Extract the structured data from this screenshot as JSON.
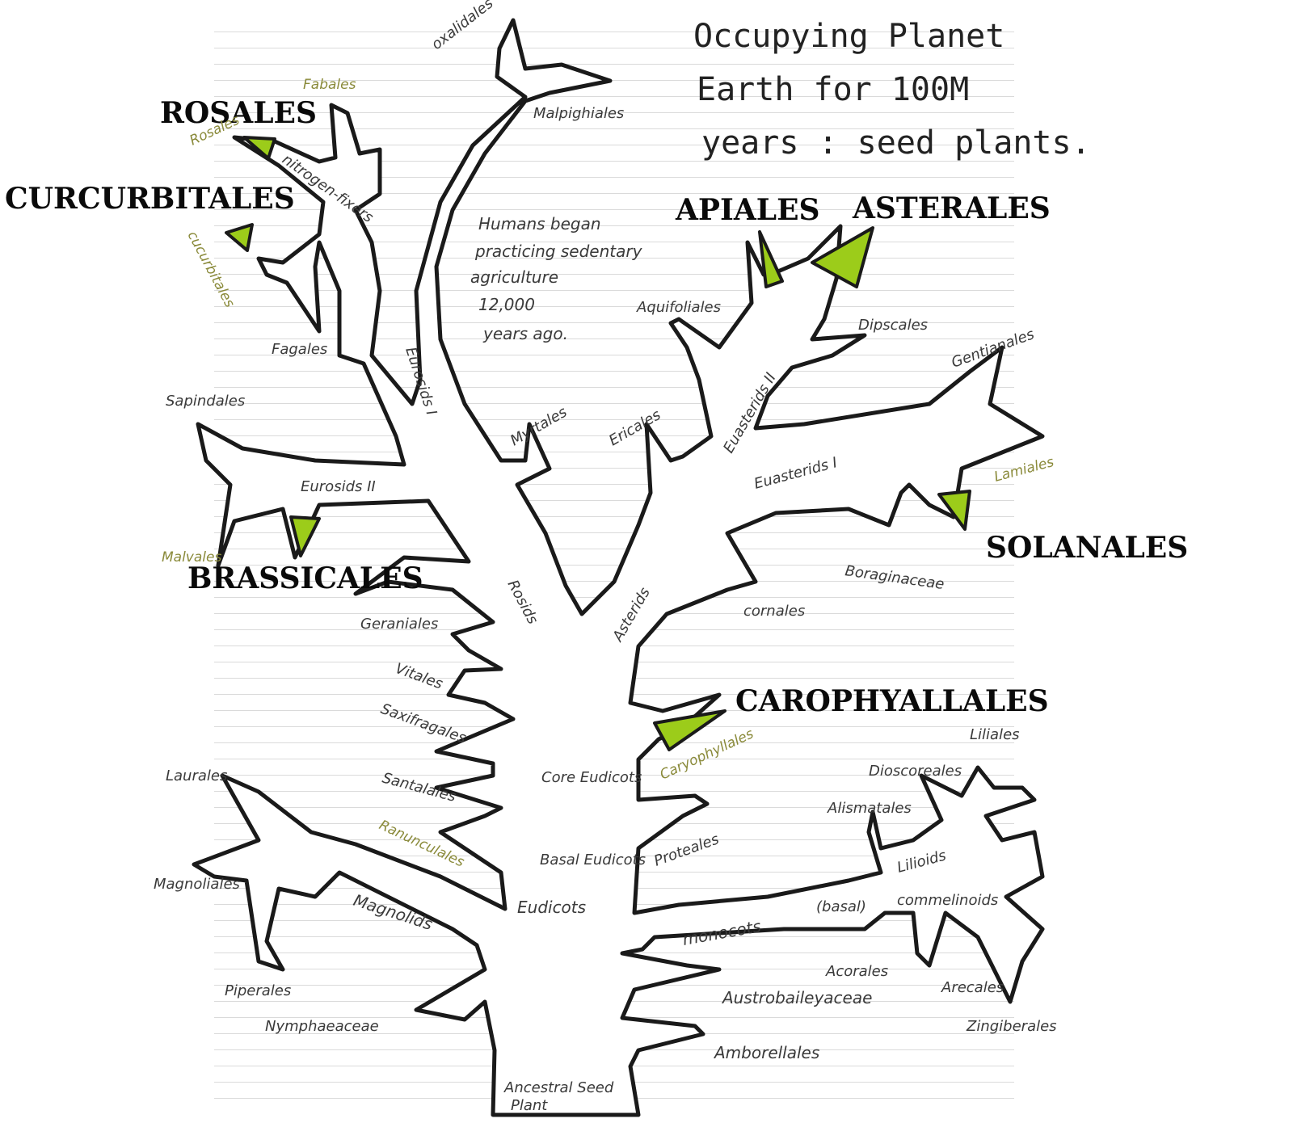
{
  "title_lines": [
    "Occupying Planet",
    "Earth for 100M",
    "years : seed plants."
  ],
  "note_lines": [
    "Humans began",
    "practicing sedentary",
    "agriculture",
    "12,000",
    "years ago."
  ],
  "orders": {
    "rosales": "ROSALES",
    "curcurbitales": "CURCURBITALES",
    "brassicales": "BRASSICALES",
    "apiales": "APIALES",
    "asterales": "ASTERALES",
    "solanales": "SOLANALES",
    "carophyallales": "CAROPHYALLALES"
  },
  "labels": {
    "oxalidales": "oxalidales",
    "fabales": "Fabales",
    "rosales_small": "Rosales",
    "nitrogen_fixers": "nitrogen-fixers",
    "cucurbitales_small": "cucurbitales",
    "fagales": "Fagales",
    "malpighiales": "Malpighiales",
    "eurosids_i": "Eurosids I",
    "sapindales": "Sapindales",
    "eurosids_ii": "Eurosids II",
    "malvales": "Malvales",
    "myrtales": "Myrtales",
    "geraniales": "Geraniales",
    "rosids": "Rosids",
    "aquifoliales": "Aquifoliales",
    "dipsacales": "Dipscales",
    "euasterids_ii": "Euasterids II",
    "gentianales": "Gentianales",
    "ericales": "Ericales",
    "euasterids_i": "Euasterids I",
    "lamiales": "Lamiales",
    "boraginaceae": "Boraginaceae",
    "asterids": "Asterids",
    "cornales": "cornales",
    "vitales": "Vitales",
    "saxifragales": "Saxifragales",
    "caryophyllales_small": "Caryophyllales",
    "liliales": "Liliales",
    "dioscoreales": "Dioscoreales",
    "alismatales": "Alismatales",
    "lilioids": "Lilioids",
    "santalales": "Santalales",
    "core_eudicots": "Core Eudicots",
    "laurales": "Laurales",
    "ranunculales": "Ranunculales",
    "basal_eudicots": "Basal Eudicots",
    "proteales": "Proteales",
    "magnoliales": "Magnoliales",
    "eudicots": "Eudicots",
    "basal": "(basal)",
    "commelinoids": "commelinoids",
    "magnolids": "Magnolids",
    "monocots": "monocots",
    "acorales": "Acorales",
    "arecales": "Arecales",
    "piperales": "Piperales",
    "austrobaileyaceae": "Austrobaileyaceae",
    "zingiberales": "Zingiberales",
    "nymphaeaceae": "Nymphaeaceae",
    "amborellales": "Amborellales",
    "ancestral": "Ancestral Seed",
    "ancestral_2": "Plant"
  },
  "colors": {
    "marker_green": "#9ccc1a",
    "outline": "#1a1a1a",
    "paper_line": "#d6d6d6"
  }
}
